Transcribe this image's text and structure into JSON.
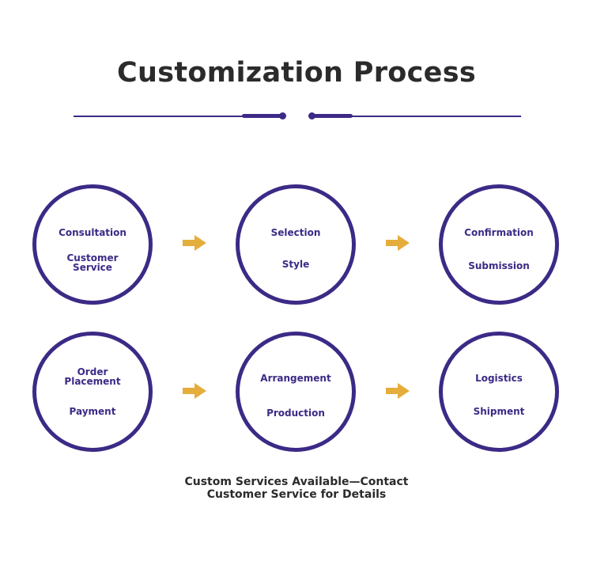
{
  "title": "Customization Process",
  "steps": [
    {
      "line1": "Consultation",
      "line2a": "Customer",
      "line2b": "Service"
    },
    {
      "line1": "Selection",
      "line2": "Style"
    },
    {
      "line1": "Confirmation",
      "line2": "Submission"
    },
    {
      "line1a": "Order",
      "line1b": "Placement",
      "line2": "Payment"
    },
    {
      "line1": "Arrangement",
      "line2": "Production"
    },
    {
      "line1": "Logistics",
      "line2": "Shipment"
    }
  ],
  "footer": {
    "line1": "Custom Services Available—Contact",
    "line2": "Customer Service for Details"
  },
  "colors": {
    "primary": "#3c2a86",
    "arrow": "#e4ad3c",
    "text": "#2b2b2b"
  }
}
